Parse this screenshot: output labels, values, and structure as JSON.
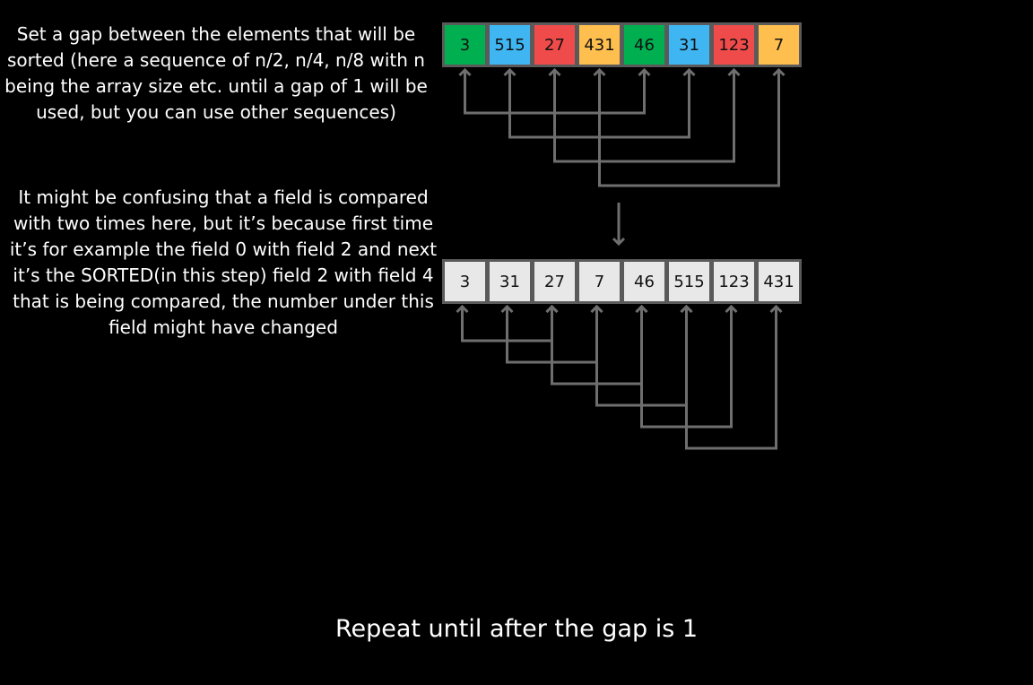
{
  "captions": {
    "gap_explanation": "Set a gap between the elements that will be sorted (here a sequence of n/2, n/4, n/8 with n being the array size etc. until a gap of 1 will be used, but you can use other sequences)",
    "compare_note": "It might be confusing that a field is compared with two times here, but it’s because first time it’s for example the field 0 with field 2 and next it’s the SORTED(in this step) field 2 with field 4 that is being compared, the number under this field might have changed",
    "footer": "Repeat until after the gap is 1"
  },
  "arrays": {
    "before": {
      "values": [
        "3",
        "515",
        "27",
        "431",
        "46",
        "31",
        "123",
        "7"
      ],
      "colors": [
        "#00b050",
        "#3fb6f2",
        "#f04b4b",
        "#ffbf4f",
        "#00b050",
        "#3fb6f2",
        "#f04b4b",
        "#ffbf4f"
      ],
      "gap": 4
    },
    "after": {
      "values": [
        "3",
        "31",
        "27",
        "7",
        "46",
        "515",
        "123",
        "431"
      ],
      "colors": [
        "#e8e8e8",
        "#e8e8e8",
        "#e8e8e8",
        "#e8e8e8",
        "#e8e8e8",
        "#e8e8e8",
        "#e8e8e8",
        "#e8e8e8"
      ],
      "gap": 2
    }
  },
  "colors": {
    "background": "#000000",
    "text": "#ffffff",
    "connector": "#6e6e6e",
    "cell_border": "#5a5a5a"
  }
}
